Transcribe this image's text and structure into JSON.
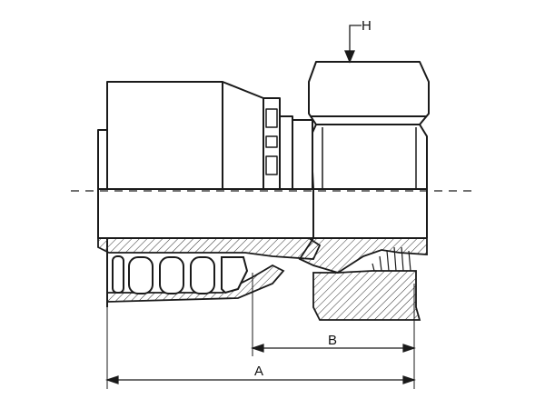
{
  "labels": {
    "h": "H",
    "b": "B",
    "a": "A"
  },
  "colors": {
    "ink": "#1a1a1a",
    "fill": "#ffffff"
  }
}
